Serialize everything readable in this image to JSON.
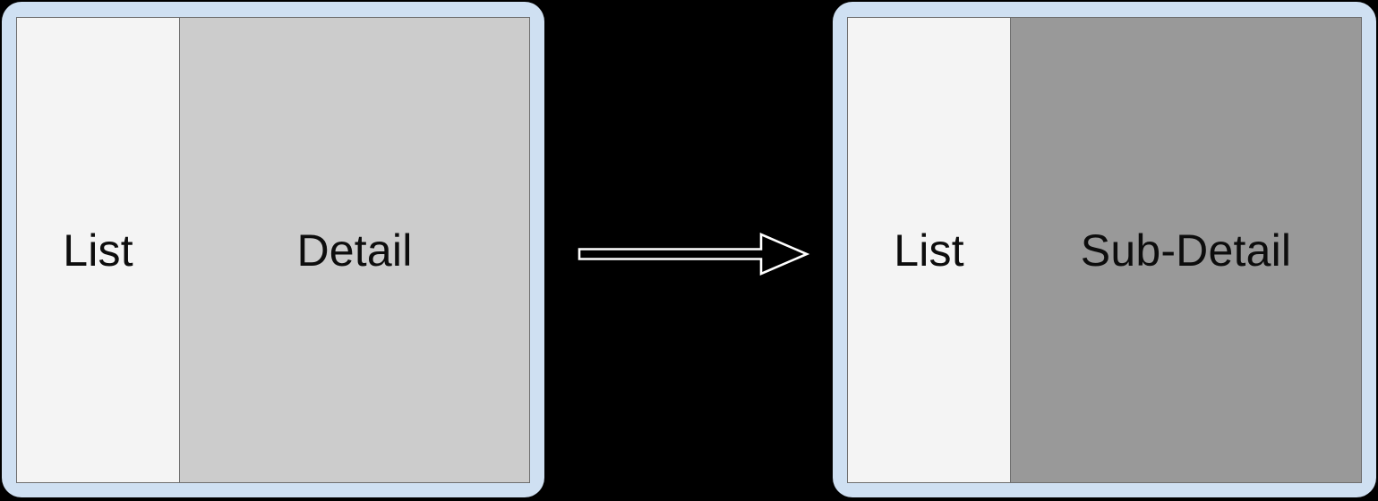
{
  "diagram": {
    "title": "List-Detail navigation transition",
    "background_color": "#000000",
    "frame_color": "#cfe0f2",
    "border_color": "#6e6e6e"
  },
  "states": [
    {
      "id": "before",
      "name": "before-state",
      "panes": [
        {
          "name": "list-pane",
          "label": "List",
          "color": "#f4f4f4"
        },
        {
          "name": "detail-pane",
          "label": "Detail",
          "color": "#cccccc"
        }
      ]
    },
    {
      "id": "after",
      "name": "after-state",
      "panes": [
        {
          "name": "list-pane",
          "label": "List",
          "color": "#f4f4f4"
        },
        {
          "name": "sub-detail-pane",
          "label": "Sub-Detail",
          "color": "#999999"
        }
      ]
    }
  ],
  "arrow": {
    "name": "transition-arrow",
    "direction": "right",
    "stroke_color": "#ffffff",
    "fill_color": "#000000"
  }
}
